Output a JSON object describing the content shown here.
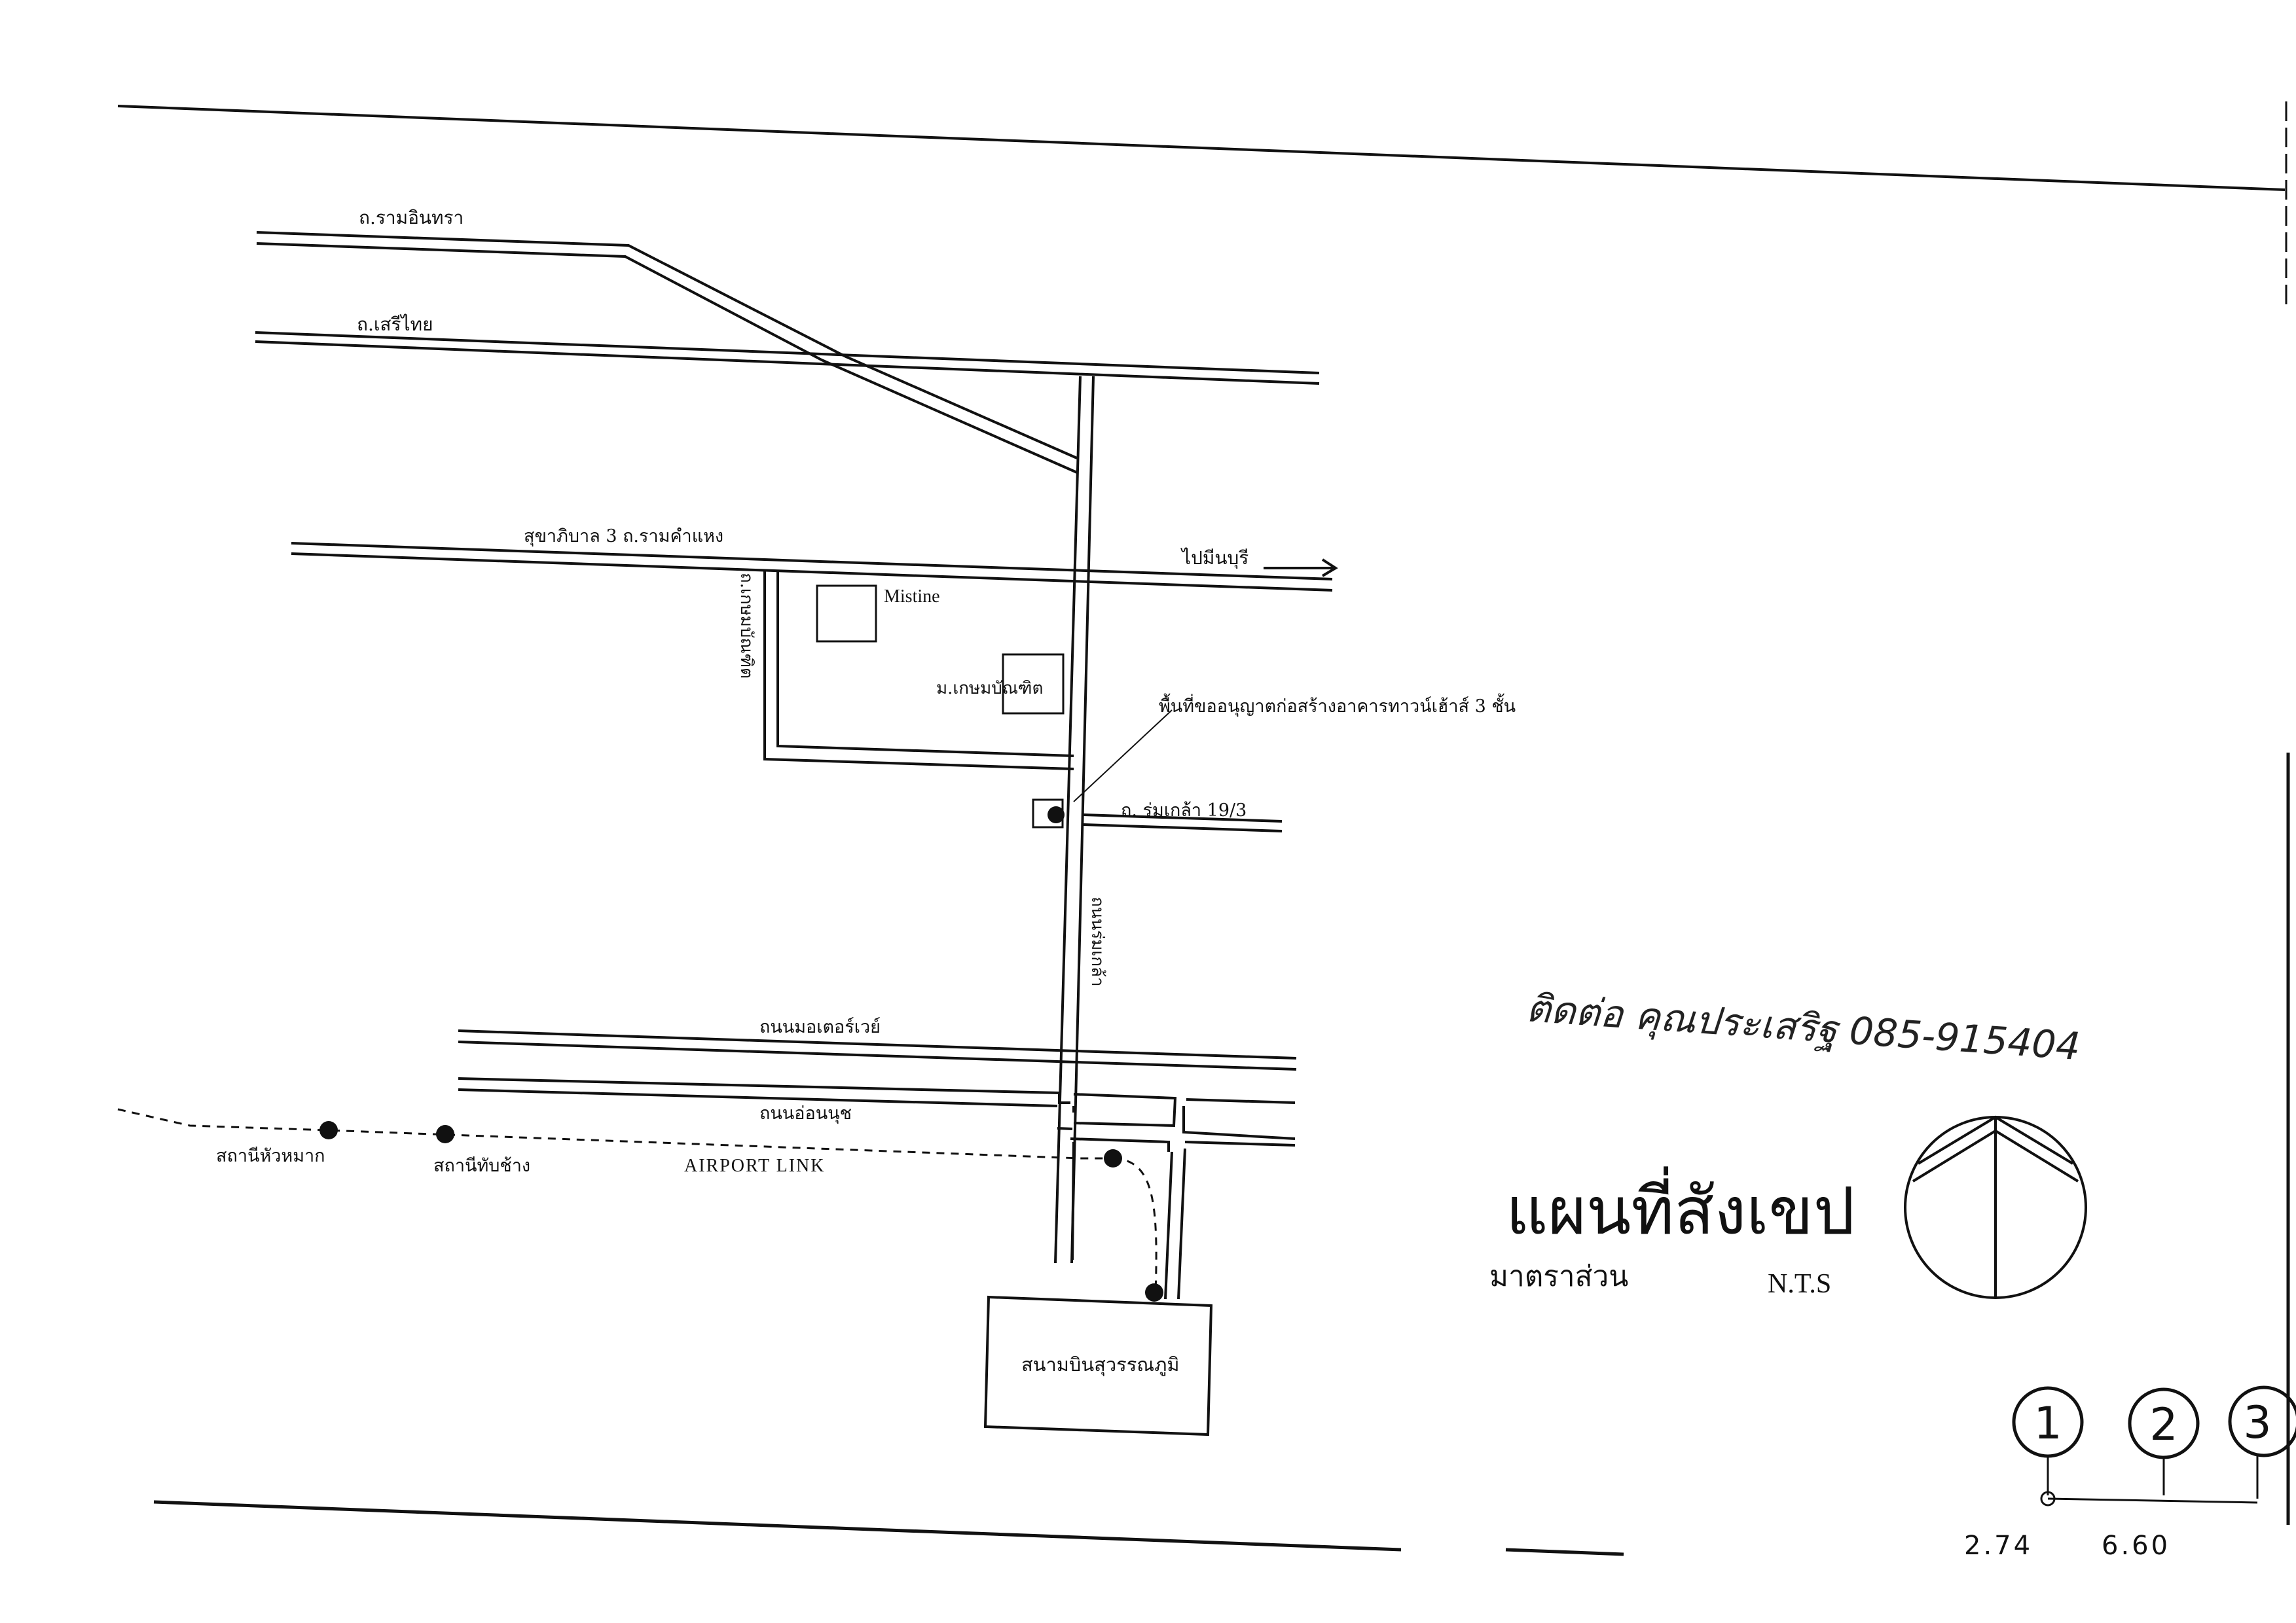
{
  "roads": {
    "ram_inthra": "ถ.รามอินทรา",
    "seri_thai": "ถ.เสรีไทย",
    "sukhaphiban3": "สุขาภิบาล 3 ถ.รามคำแหง",
    "to_minburi": "ไปมีนบุรี",
    "side_road_vertical": "ถ.เกษมบัณฑิต",
    "romklao_19_3": "ถ. ร่มเกล้า 19/3",
    "romklao_road": "ถนนร่มเกล้า",
    "motorway": "ถนนมอเตอร์เวย์",
    "on_nut": "ถนนอ่อนนุช"
  },
  "landmarks": {
    "mistine": "Mistine",
    "kasem_bundit": "ม.เกษมบัณฑิต",
    "site_note": "พื้นที่ขออนุญาตก่อสร้างอาคารทาวน์เฮ้าส์ 3 ชั้น",
    "airport": "สนามบินสุวรรณภูมิ"
  },
  "transit": {
    "hua_mak": "สถานีหัวหมาก",
    "thap_chang": "สถานีทับช้าง",
    "airport_link": "AIRPORT LINK"
  },
  "contact_note": "ติดต่อ คุณประเสริฐ 085-915404",
  "title": {
    "main": "แผนที่สังเขป",
    "scale_label": "มาตราส่วน",
    "scale_value": "N.T.S"
  },
  "grid": {
    "bubble_1": "1",
    "bubble_2": "2",
    "bubble_3": "3",
    "dim_1": "2.74",
    "dim_2": "6.60"
  }
}
